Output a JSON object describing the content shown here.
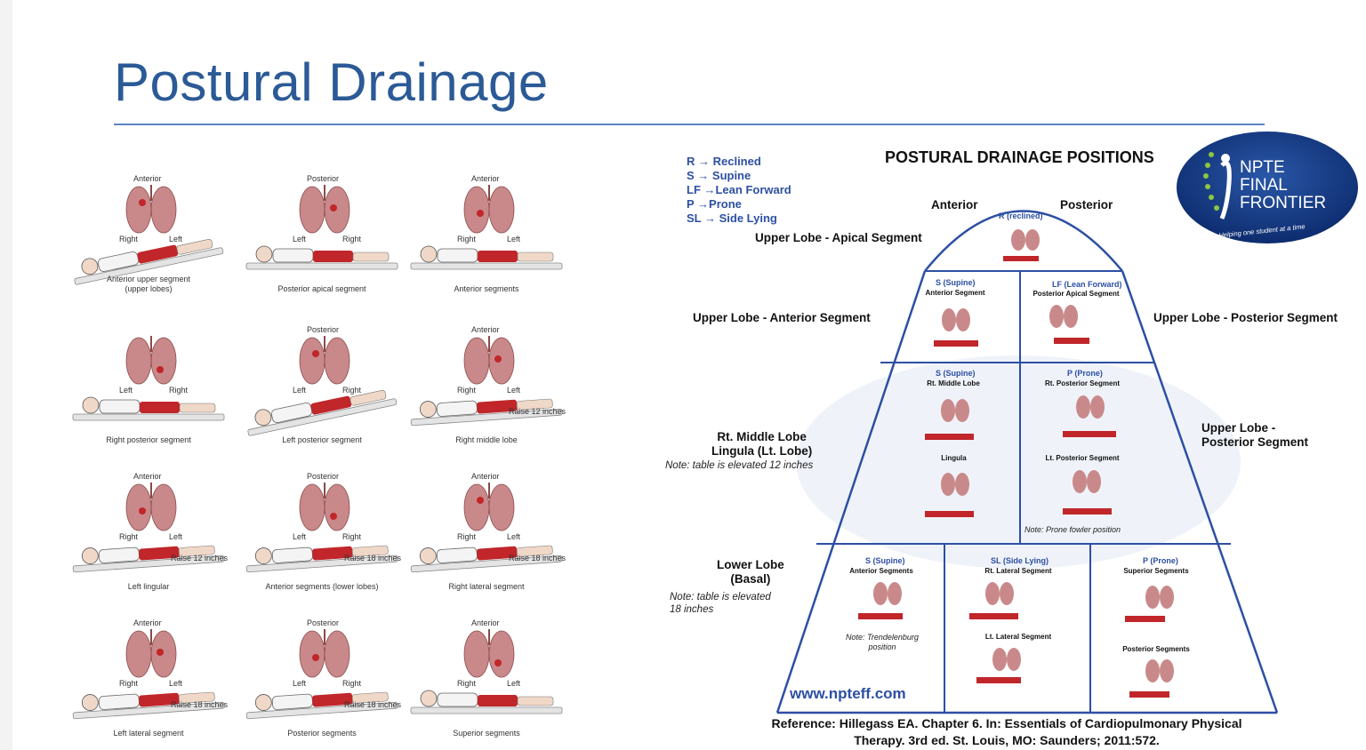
{
  "title": "Postural Drainage",
  "left_grid": [
    {
      "caption": "Anterior upper segment\n(upper lobes)",
      "view": "Anterior",
      "left_side": "Right",
      "right_side": "Left",
      "raise": ""
    },
    {
      "caption": "Posterior  apical segment",
      "view": "Posterior",
      "left_side": "Left",
      "right_side": "Right",
      "raise": ""
    },
    {
      "caption": "Anterior segments",
      "view": "Anterior",
      "left_side": "Right",
      "right_side": "Left",
      "raise": ""
    },
    {
      "caption": "Right posterior segment",
      "view": "",
      "left_side": "Left",
      "right_side": "Right",
      "raise": ""
    },
    {
      "caption": "Left posterior segment",
      "view": "Posterior",
      "left_side": "Left",
      "right_side": "Right",
      "raise": ""
    },
    {
      "caption": "Right middle lobe",
      "view": "Anterior",
      "left_side": "Right",
      "right_side": "Left",
      "raise": "Raise 12 inches"
    },
    {
      "caption": "Left lingular",
      "view": "Anterior",
      "left_side": "Right",
      "right_side": "Left",
      "raise": "Raise 12 inches"
    },
    {
      "caption": "Anterior segments (lower lobes)",
      "view": "Posterior",
      "left_side": "Left",
      "right_side": "Right",
      "raise": "Raise 18 inches"
    },
    {
      "caption": "Right lateral segment",
      "view": "Anterior",
      "left_side": "Right",
      "right_side": "Left",
      "raise": "Raise 18 inches"
    },
    {
      "caption": "Left lateral segment",
      "view": "Anterior",
      "left_side": "Right",
      "right_side": "Left",
      "raise": "Raise 18 inches"
    },
    {
      "caption": "Posterior segments",
      "view": "Posterior",
      "left_side": "Left",
      "right_side": "Right",
      "raise": "Raise 18 inches"
    },
    {
      "caption": "Superior segments",
      "view": "Anterior",
      "left_side": "Right",
      "right_side": "Left",
      "raise": ""
    }
  ],
  "diagram": {
    "title": "POSTURAL DRAINAGE POSITIONS",
    "legend": [
      "R → Reclined",
      "S → Supine",
      "LF →Lean Forward",
      "P →Prone",
      "SL → Side Lying"
    ],
    "anterior": "Anterior",
    "posterior": "Posterior",
    "upper_apical": "Upper Lobe - Apical Segment",
    "upper_anterior": "Upper Lobe - Anterior Segment",
    "upper_posterior": "Upper Lobe - Posterior Segment",
    "upper_posterior2": "Upper Lobe -\nPosterior Segment",
    "middle": "Rt. Middle Lobe\nLingula (Lt. Lobe)",
    "middle_note": "Note: table is elevated 12 inches",
    "lower": "Lower Lobe\n(Basal)",
    "lower_note": "Note: table is elevated\n18 inches",
    "r_tag": "R (reclined)",
    "s_tag": "S (Supine)",
    "s_sub": "Anterior Segment",
    "lf_tag": "LF (Lean Forward)",
    "lf_sub": "Posterior Apical Segment",
    "s2_tag": "S (Supine)",
    "s2_sub": "Rt. Middle Lobe",
    "lingula": "Lingula",
    "p_tag": "P (Prone)",
    "p_sub": "Rt. Posterior Segment",
    "p_sub2": "Lt. Posterior Segment",
    "prone_note": "Note: Prone fowler position",
    "s3_tag": "S (Supine)",
    "s3_sub": "Anterior Segments",
    "trend_note": "Note: Trendelenburg\nposition",
    "sl_tag": "SL (Side Lying)",
    "sl_sub": "Rt. Lateral Segment",
    "sl_sub2": "Lt. Lateral Segment",
    "p3_tag": "P (Prone)",
    "p3_sub": "Superior Segments",
    "p3_sub2": "Posterior Segments",
    "url": "www.npteff.com",
    "reference": "Reference: Hillegass EA. Chapter 6. In: Essentials of Cardiopulmonary Physical\nTherapy. 3rd ed. St. Louis, MO: Saunders; 2011:572."
  },
  "logo": {
    "line1": "NPTE",
    "line2": "FINAL",
    "line3": "FRONTIER",
    "tagline": "Helping one student at a time"
  },
  "colors": {
    "title": "#2b5a96",
    "lung": "#c9898a",
    "figure": "#c0262a",
    "blue": "#2d4fa3"
  }
}
